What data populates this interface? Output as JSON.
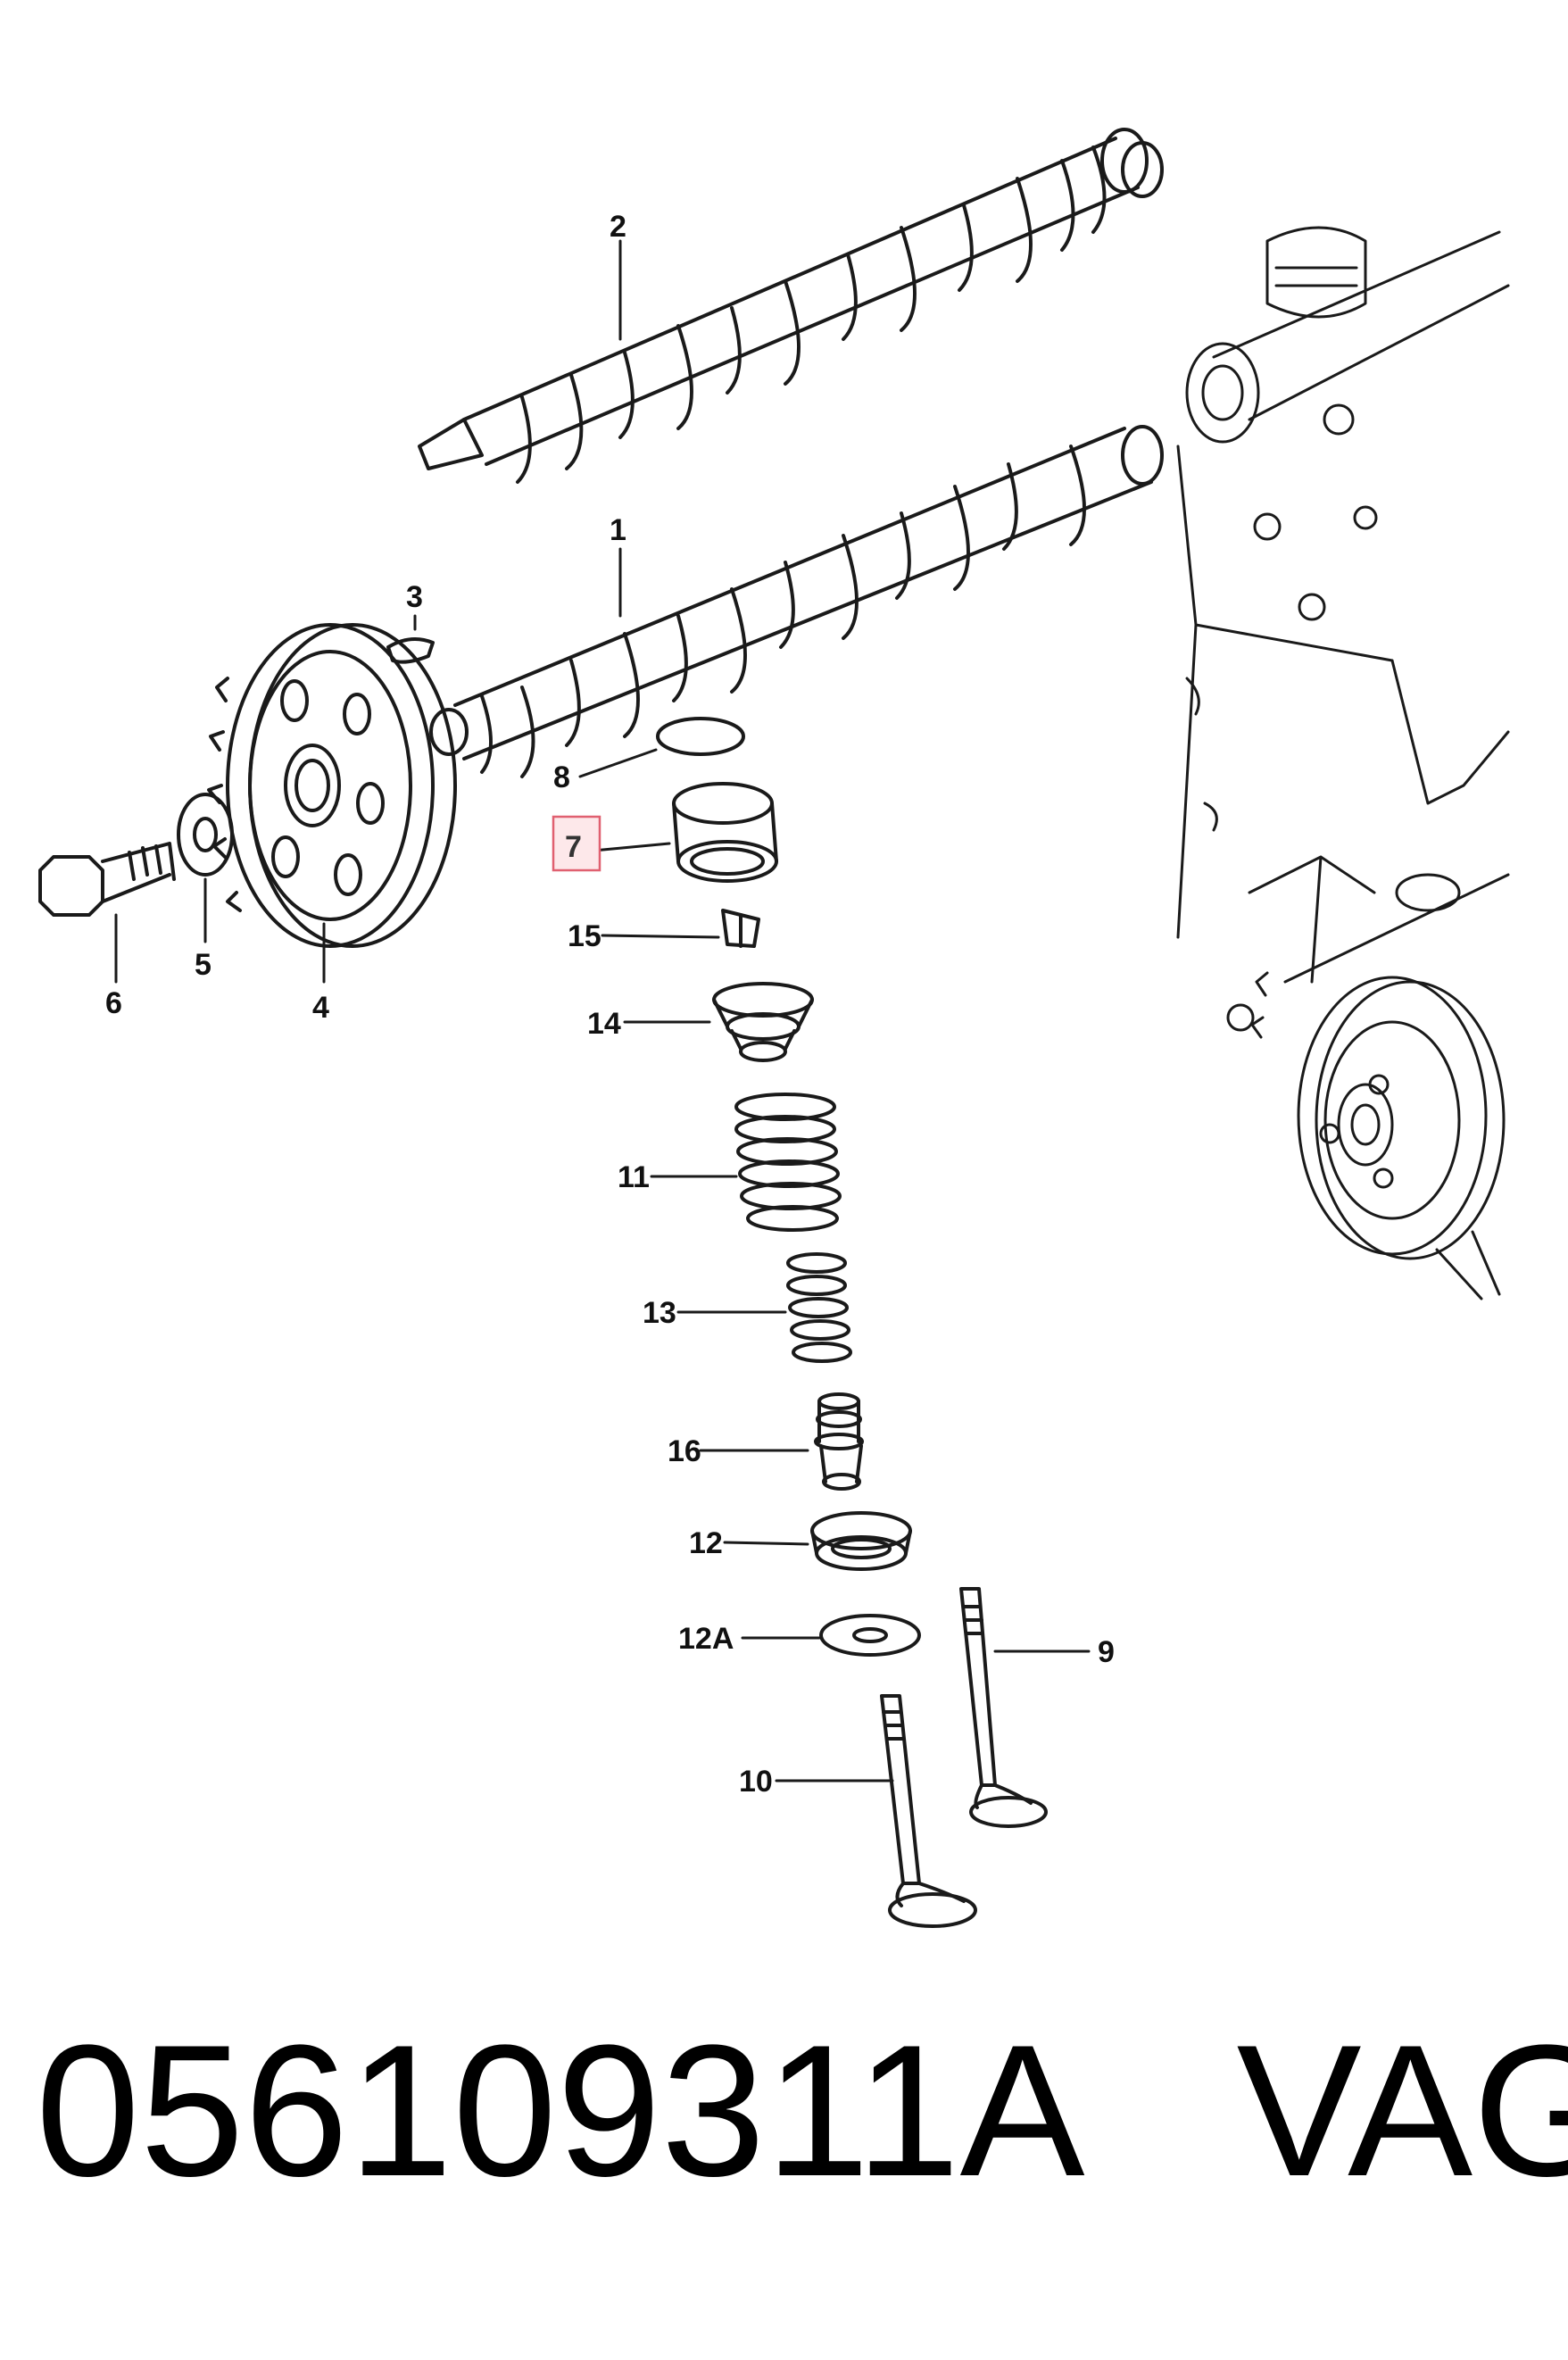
{
  "callouts": {
    "c1": "1",
    "c2": "2",
    "c3": "3",
    "c4": "4",
    "c5": "5",
    "c6": "6",
    "c7": "7",
    "c8": "8",
    "c9": "9",
    "c10": "10",
    "c11": "11",
    "c12": "12",
    "c12a": "12A",
    "c13": "13",
    "c14": "14",
    "c15": "15",
    "c16": "16"
  },
  "highlight": {
    "callout": "7",
    "border_color": "#e06070",
    "fill_color": "#fde8ea"
  },
  "footer": {
    "part_number": "056109311A",
    "brand": "VAG"
  }
}
